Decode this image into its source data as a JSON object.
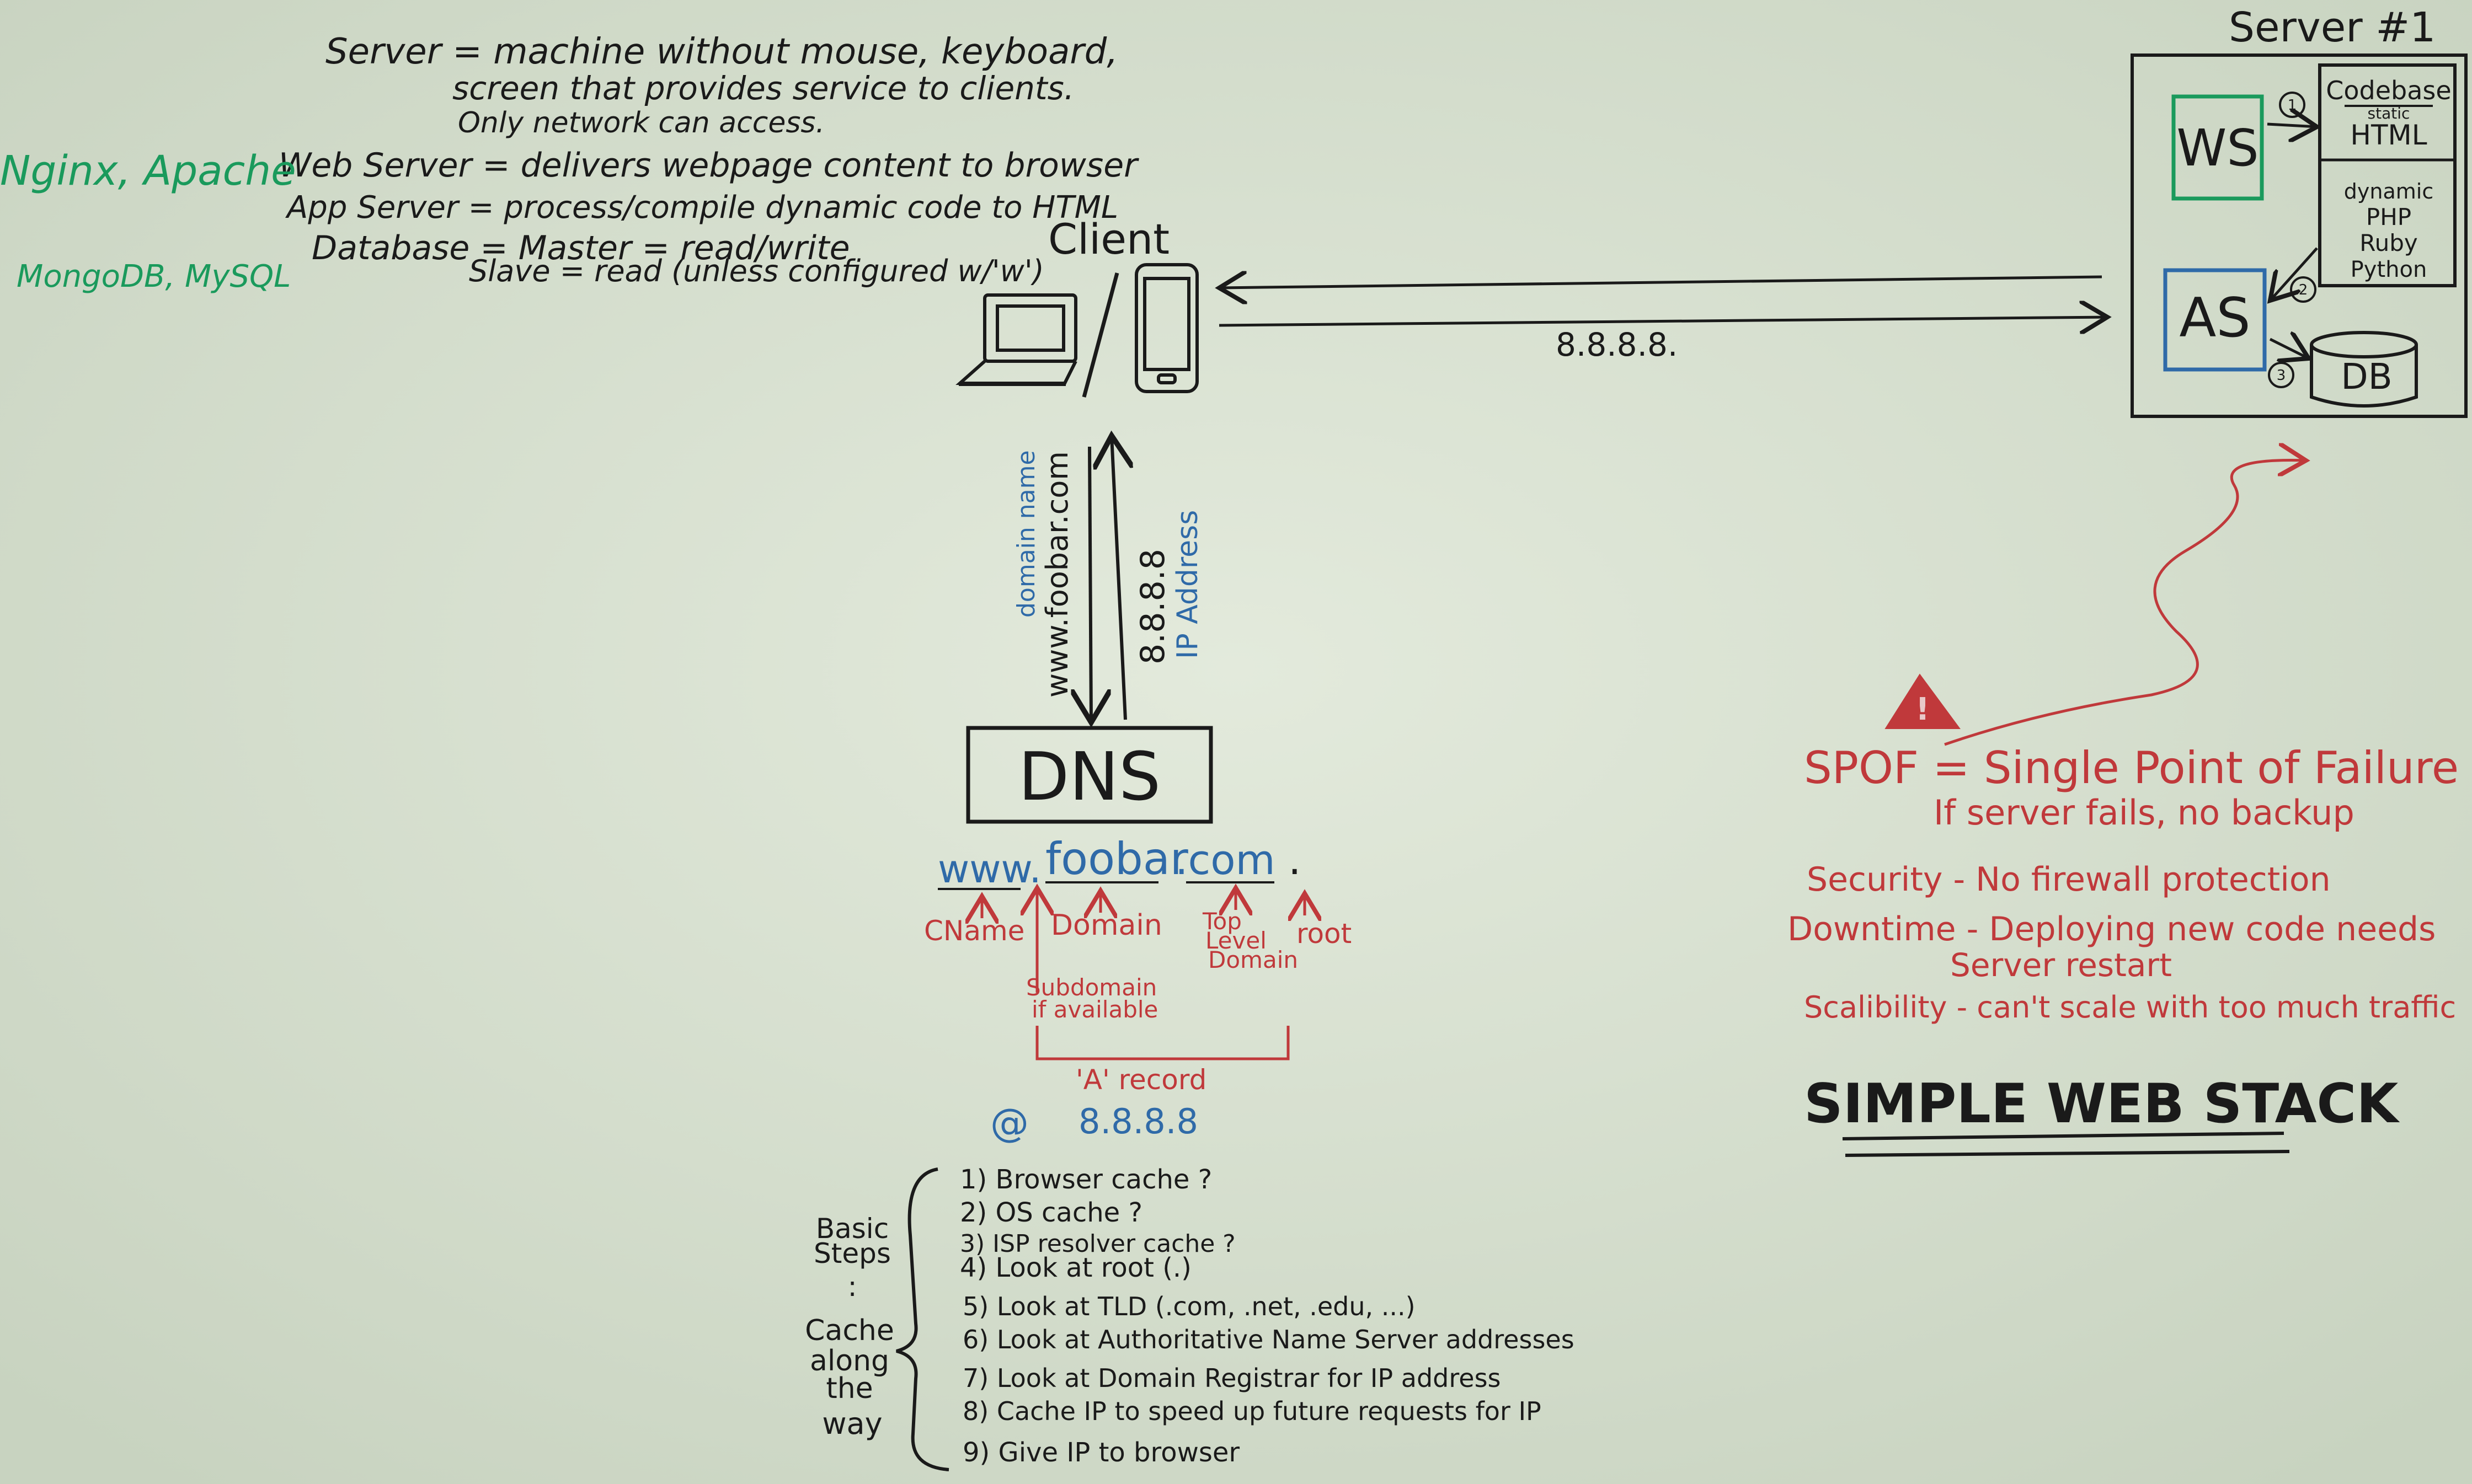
{
  "definitions": {
    "server": [
      "Server = machine without mouse, keyboard,",
      "screen that provides service to clients.",
      "Only network can access."
    ],
    "web_server": "Web Server = delivers webpage content to browser",
    "app_server": "App Server = process/compile dynamic code to HTML",
    "database": "Database = Master = read/write",
    "slave": "Slave = read (unless configured w/'w')"
  },
  "side_notes": {
    "web_examples": "Nginx, Apache",
    "db_examples": "MongoDB, MySQL"
  },
  "client": {
    "label": "Client",
    "ip_label": "8.8.8.8."
  },
  "server_box": {
    "title": "Server #1",
    "ws": "WS",
    "as": "AS",
    "db": "DB",
    "codebase": "Codebase",
    "static": "static",
    "html": "HTML",
    "dynamic": [
      "dynamic",
      "PHP",
      "Ruby",
      "Python"
    ],
    "step1": "1",
    "step2": "2",
    "step3": "3"
  },
  "dns_flow": {
    "down_label": "domain name",
    "down_value": "www.foobar.com",
    "up_value": "8.8.8.8",
    "up_label": "IP Address"
  },
  "dns": {
    "box": "DNS",
    "url_www": "www.",
    "url_foobar": "foobar",
    "url_com": ".com",
    "url_root": ".",
    "cname": "CName",
    "domain": "Domain",
    "tld": [
      "Top",
      "Level",
      "Domain"
    ],
    "root": "root",
    "subdomain": [
      "Subdomain",
      "if available"
    ],
    "a_record": "'A' record",
    "at": "@",
    "a_value": "8.8.8.8"
  },
  "basic_steps": {
    "label_top": [
      "Basic",
      "Steps"
    ],
    "dots": ":",
    "label_bottom": [
      "Cache",
      "along",
      "the",
      "way"
    ],
    "items": [
      "1) Browser cache ?",
      "2) OS cache ?",
      "3) ISP resolver cache ?",
      "4) Look at root  (.)",
      "5) Look at TLD (.com, .net, .edu, ...)",
      "6) Look at Authoritative Name Server addresses",
      "7) Look at Domain Registrar for IP address",
      "8) Cache IP to speed up future requests for IP",
      "9) Give IP to browser"
    ]
  },
  "spof": {
    "warning_symbol": "!",
    "title": "SPOF = Single Point of Failure",
    "subtitle": "If server fails, no backup",
    "security": "Security - No firewall protection",
    "downtime": "Downtime - Deploying new code needs",
    "downtime2": "Server restart",
    "scalability": "Scalibility - can't scale with too much traffic"
  },
  "heading": "SIMPLE WEB STACK",
  "colors": {
    "board": "#d3ddcb",
    "ink_black": "#1a1a1a",
    "ink_green": "#1a9a5c",
    "ink_blue": "#2f6aa8",
    "ink_red": "#c0393b"
  }
}
